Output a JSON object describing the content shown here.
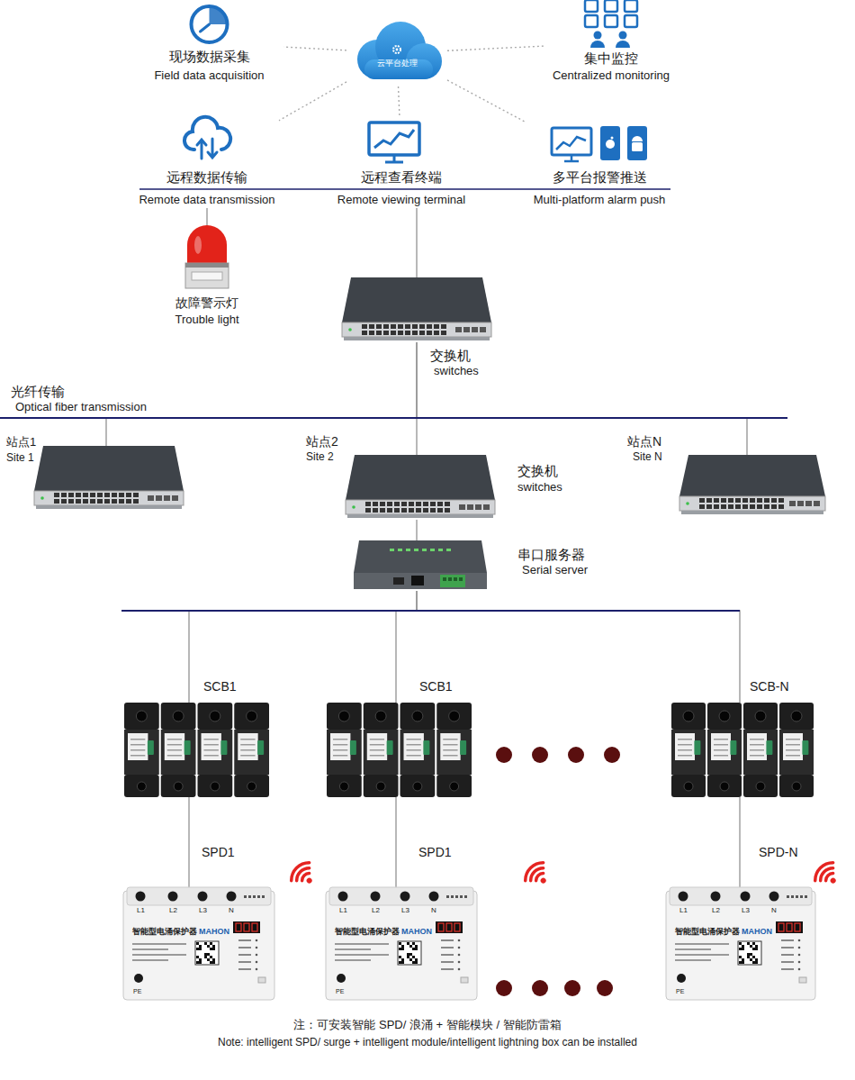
{
  "diagram": {
    "nodes": [
      {
        "text": [
          "现场数据采集",
          "Field data acquisition"
        ]
      },
      {
        "text": [
          "云平台处理"
        ]
      },
      {
        "text": [
          "集中监控",
          "Centralized monitoring"
        ]
      },
      {
        "text": [
          "远程数据传输",
          "Remote data transmission"
        ]
      },
      {
        "text": [
          "远程查看终端",
          "Remote viewing terminal"
        ]
      },
      {
        "text": [
          "多平台报警推送",
          "Multi-platform alarm push"
        ]
      },
      {
        "text": [
          "故障警示灯",
          "Trouble light"
        ]
      },
      {
        "text": [
          "交换机",
          "switches"
        ]
      },
      {
        "text": [
          "站点1",
          "Site 1"
        ]
      },
      {
        "text": [
          "站点2",
          "Site 2",
          "交换机",
          "switches"
        ]
      },
      {
        "text": [
          "站点N",
          "Site N"
        ]
      },
      {
        "text": [
          "串口服务器",
          "Serial server"
        ]
      },
      {
        "text": [
          "SCB1"
        ]
      },
      {
        "text": [
          "SCB1"
        ]
      },
      {
        "text": [
          "SCB-N"
        ]
      },
      {
        "text": [
          "SPD1",
          "L1",
          "L2",
          "L3",
          "N",
          "智能型电涌保护器",
          "MAHON",
          "PE"
        ]
      },
      {
        "text": [
          "SPD1",
          "L1",
          "L2",
          "L3",
          "N",
          "智能型电涌保护器",
          "MAHON",
          "PE"
        ]
      },
      {
        "text": [
          "SPD-N",
          "L1",
          "L2",
          "L3",
          "N",
          "智能型电涌保护器",
          "MAHON",
          "PE"
        ]
      }
    ],
    "edges": [
      {
        "from": 1,
        "to": 0,
        "arrow": "none"
      },
      {
        "from": 1,
        "to": 2,
        "arrow": "none"
      },
      {
        "from": 1,
        "to": 3,
        "arrow": "none"
      },
      {
        "from": 1,
        "to": 4,
        "arrow": "none"
      },
      {
        "from": 1,
        "to": 5,
        "arrow": "none"
      },
      {
        "from": 3,
        "to": 6,
        "arrow": "none"
      },
      {
        "from": 4,
        "to": 7,
        "arrow": "none"
      },
      {
        "from": 7,
        "to": 8,
        "arrow": "none"
      },
      {
        "from": 7,
        "to": 9,
        "arrow": "none"
      },
      {
        "from": 7,
        "to": 10,
        "arrow": "none"
      },
      {
        "from": 9,
        "to": 11,
        "arrow": "none"
      },
      {
        "from": 11,
        "to": 12,
        "arrow": "none"
      },
      {
        "from": 11,
        "to": 13,
        "arrow": "none"
      },
      {
        "from": 11,
        "to": 14,
        "arrow": "none"
      },
      {
        "from": 12,
        "to": 15,
        "arrow": "none"
      },
      {
        "from": 13,
        "to": 16,
        "arrow": "none"
      },
      {
        "from": 14,
        "to": 17,
        "arrow": "none"
      }
    ],
    "labels": [
      "光纤传输",
      "Optical fiber transmission",
      "注：可安装智能 SPD/ 浪涌 + 智能模块 / 智能防雷箱",
      "Note: intelligent SPD/ surge + intelligent module/intelligent lightning box can be installed"
    ]
  }
}
